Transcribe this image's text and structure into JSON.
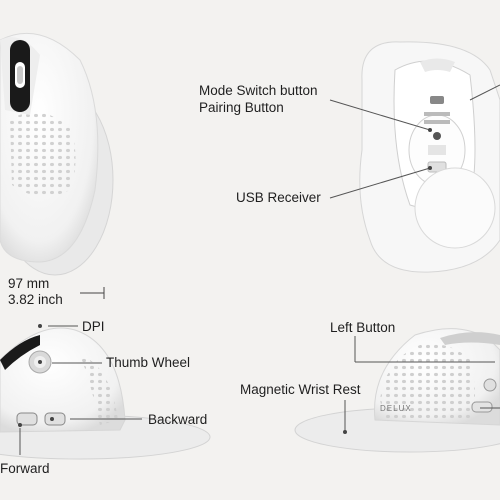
{
  "dimensions": {
    "width_label": "97 mm",
    "width_label_inch": "3.82 inch"
  },
  "callouts": {
    "mode_switch": "Mode Switch button",
    "pairing": "Pairing Button",
    "usb_receiver": "USB Receiver",
    "dpi": "DPI",
    "thumb_wheel": "Thumb Wheel",
    "backward": "Backward",
    "forward": "Forward",
    "left_button": "Left Button",
    "wrist_rest": "Magnetic Wrist Rest"
  },
  "brand": {
    "logo_text": "DELUX"
  },
  "colors": {
    "background": "#f3f2f0",
    "mouse_body": "#ffffff",
    "mouse_shadow": "#d9d9d9",
    "accent_dark": "#1a1a1a",
    "callout_line": "#555555"
  }
}
